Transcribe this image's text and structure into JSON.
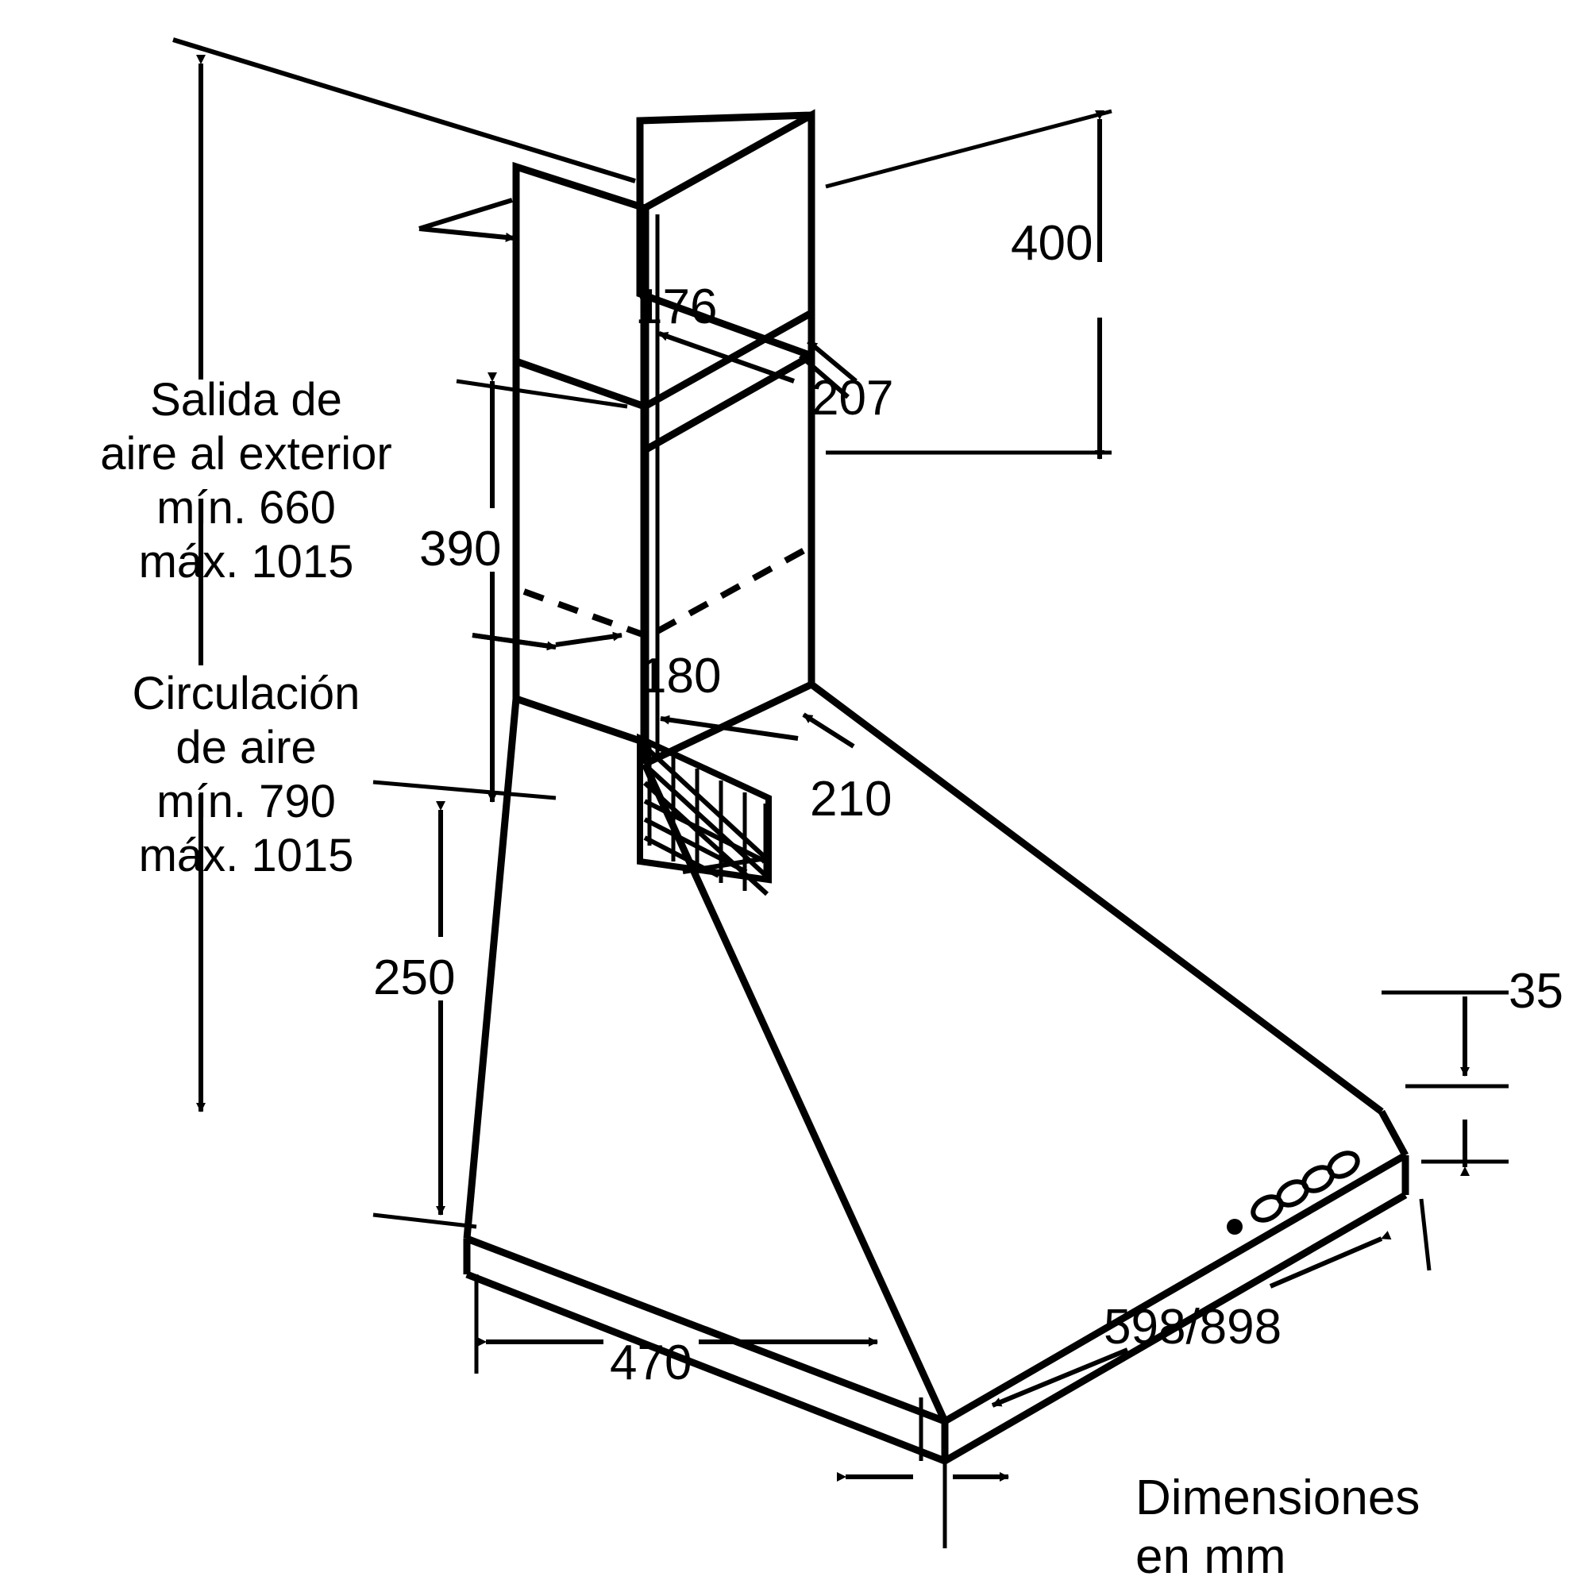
{
  "title": "Dibujo técnico de campana extractora decorativa de pared",
  "units_note": "Dimensiones\nen mm",
  "notes": {
    "exhaust_air": "Salida de\naire al exterior\nmín. 660\nmáx. 1015",
    "recirculation": "Circulación\nde aire\nmín. 790\nmáx. 1015"
  },
  "dimensions": {
    "chimney_upper_depth": "176",
    "chimney_upper_width": "207",
    "chimney_height_top": "400",
    "chimney_lower_height": "390",
    "chimney_lower_depth": "180",
    "chimney_lower_width": "210",
    "canopy_height": "250",
    "canopy_depth": "470",
    "canopy_width": "598/898",
    "panel_thickness": "35"
  },
  "colors": {
    "line": "#000000",
    "background": "#ffffff"
  },
  "controls": {
    "light_indicator": "light-dot",
    "button_count": 4
  }
}
